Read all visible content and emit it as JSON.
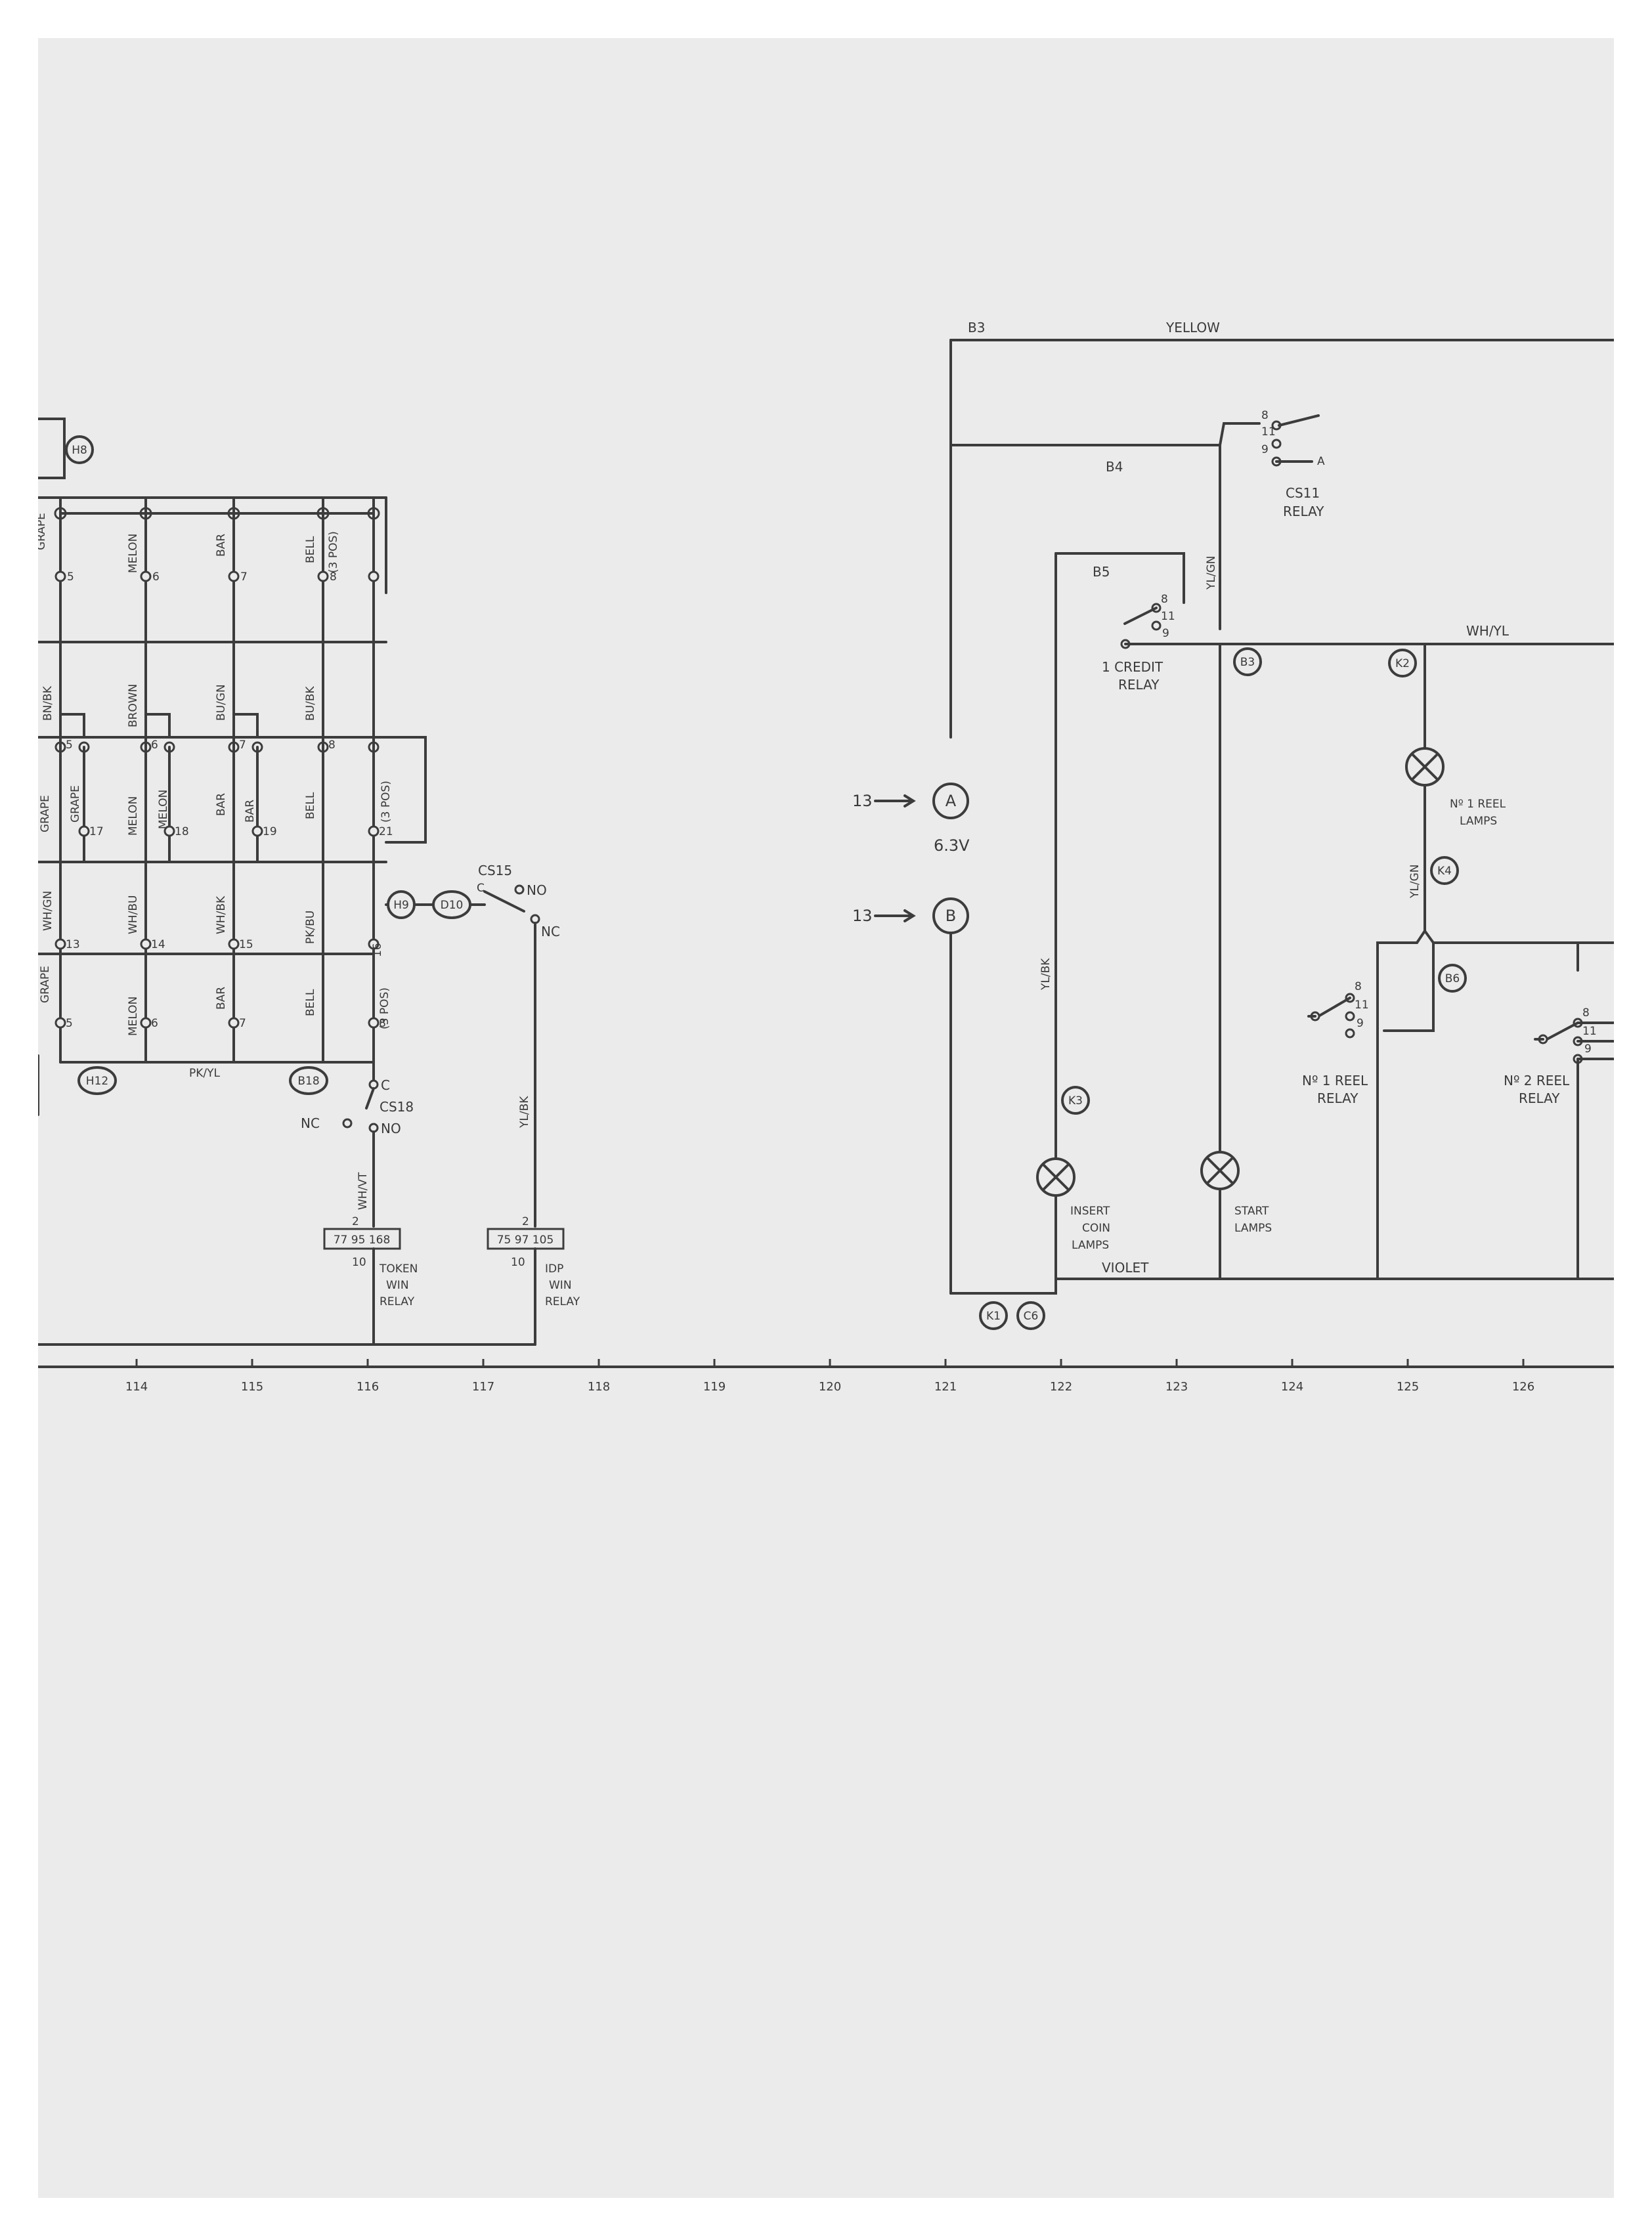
{
  "wires": {
    "yellow": "YELLOW",
    "violet": "VIOLET",
    "wh_yl": "WH/YL",
    "pk_yl": "PK/YL",
    "yl_gn_1": "YL/GN",
    "yl_gn_2": "YL/GN",
    "yl_bk_1": "YL/BK",
    "yl_bk_2": "YL/BK",
    "wh_vt": "WH/VT",
    "pk_bu": "PK/BU"
  },
  "refs": {
    "h8": "H8",
    "h9": "H9",
    "h12": "H12",
    "b18": "B18",
    "d10": "D10",
    "b3_top": "B3",
    "b4": "B4",
    "b5": "B5",
    "b3_circ": "B3",
    "k2": "K2",
    "k3": "K3",
    "k4": "K4",
    "b6": "B6",
    "k1": "K1",
    "c6": "C6"
  },
  "supply": {
    "a": "A",
    "b": "B",
    "volts": "6.3V",
    "pin_a": "13",
    "pin_b": "13"
  },
  "switches": {
    "cs15": "CS15",
    "cs18": "CS18",
    "cs11": "CS11",
    "no": "NO",
    "nc": "NC",
    "c": "C",
    "no2": "NO",
    "nc2": "NC",
    "c2": "C"
  },
  "grid": {
    "row1": [
      {
        "name": "GRAPE",
        "pin": "5"
      },
      {
        "name": "MELON",
        "pin": "6"
      },
      {
        "name": "BAR",
        "pin": "7"
      },
      {
        "name": "BELL",
        "pin": "8",
        "note": "(3 POS)"
      }
    ],
    "row2_wires": [
      "BN/BK",
      "BROWN",
      "BU/GN",
      "BU/BK"
    ],
    "row2_pins": [
      "5",
      "6",
      "7",
      "8"
    ],
    "row3": [
      {
        "name": "GRAPE",
        "sub": "GRAPE",
        "pin": "17"
      },
      {
        "name": "MELON",
        "sub": "MELON",
        "pin": "18"
      },
      {
        "name": "BAR",
        "sub": "BAR",
        "pin": "19"
      },
      {
        "name": "BELL",
        "note": "(3 POS)",
        "pin": "21"
      }
    ],
    "row4_wires": [
      "WH/GN",
      "WH/BU",
      "WH/BK",
      "PK/BU"
    ],
    "row4_pins": [
      "13",
      "14",
      "15",
      "16"
    ],
    "row5": [
      {
        "name": "GRAPE",
        "pin": "5"
      },
      {
        "name": "MELON",
        "pin": "6"
      },
      {
        "name": "BAR",
        "pin": "7"
      },
      {
        "name": "BELL",
        "pin": "8",
        "note": "(3 POS)"
      }
    ]
  },
  "relays": {
    "token_code": "77 95 168",
    "token_label": [
      "TOKEN",
      "WIN",
      "RELAY"
    ],
    "idp_code": "75 97 105",
    "idp_label": [
      "IDP",
      "WIN",
      "RELAY"
    ],
    "pin2": "2",
    "pin10": "10",
    "cs11_label": [
      "CS11",
      "RELAY"
    ],
    "credit_label": [
      "1 CREDIT",
      "RELAY"
    ],
    "reel1_label": [
      "Nº 1 REEL",
      "RELAY"
    ],
    "reel2_label": [
      "Nº 2 REEL",
      "RELAY"
    ],
    "contacts": [
      "8",
      "11",
      "9"
    ]
  },
  "lamps": {
    "insert": [
      "INSERT",
      "COIN",
      "LAMPS"
    ],
    "start": [
      "START",
      "LAMPS"
    ],
    "reel1": [
      "Nº 1 REEL",
      "LAMPS"
    ]
  },
  "ruler": [
    "114",
    "115",
    "116",
    "117",
    "118",
    "119",
    "120",
    "121",
    "122",
    "123",
    "124",
    "125",
    "126"
  ]
}
